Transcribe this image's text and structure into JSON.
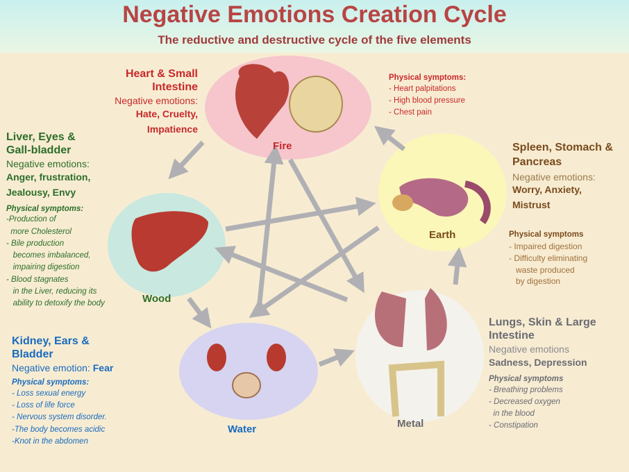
{
  "title": "Negative Emotions Creation Cycle",
  "subtitle": "The reductive and destructive cycle of the five elements",
  "elements": {
    "fire": {
      "label": "Fire",
      "organs": "Heart & Small Intestine",
      "negative_label": "Negative emotions:",
      "emotions": [
        "Hate, Cruelty,",
        "Impatience"
      ],
      "symptoms_label": "Physical symptoms:",
      "symptoms": [
        "- Heart palpitations",
        "- High blood pressure",
        "- Chest pain"
      ]
    },
    "wood": {
      "label": "Wood",
      "organs": "Liver, Eyes & Gall-bladder",
      "negative_label": "Negative emotions:",
      "emotions": [
        "Anger, frustration,",
        "Jealousy, Envy"
      ],
      "symptoms_label": "Physical symptoms:",
      "symptoms": [
        "-Production of\n  more Cholesterol",
        "- Bile production\n   becomes imbalanced,\n   impairing digestion",
        "- Blood stagnates\n   in the Liver, reducing its\n   ability to detoxify the body"
      ]
    },
    "water": {
      "label": "Water",
      "organs": "Kidney, Ears & Bladder",
      "negative_label": "Negative emotion:",
      "emotion": "Fear",
      "symptoms_label": "Physical symptoms:",
      "symptoms": [
        "- Loss sexual energy",
        "- Loss of life force",
        "- Nervous system disorder.",
        "-The body becomes acidic",
        "-Knot in the abdomen"
      ]
    },
    "earth": {
      "label": "Earth",
      "organs": "Spleen, Stomach & Pancreas",
      "negative_label": "Negative emotions:",
      "emotions": [
        "Worry, Anxiety,",
        "Mistrust"
      ],
      "symptoms_label": "Physical symptoms",
      "symptoms": [
        "- Impaired digestion",
        "- Difficulty eliminating\n   waste produced\n   by digestion"
      ]
    },
    "metal": {
      "label": "Metal",
      "organs": "Lungs, Skin & Large Intestine",
      "negative_label": "Negative emotions",
      "emotions": [
        "Sadness, Depression"
      ],
      "symptoms_label": "Physical symptoms",
      "symptoms": [
        "- Breathing problems",
        "- Decreased oxygen\n  in the blood",
        "- Constipation"
      ]
    }
  },
  "colors": {
    "fire": "#c8282a",
    "wood": "#2c6e2a",
    "water": "#1a6bbf",
    "earth": "#7a4a1c",
    "metal": "#6a6a72",
    "arrow": "#b0b0b4"
  }
}
